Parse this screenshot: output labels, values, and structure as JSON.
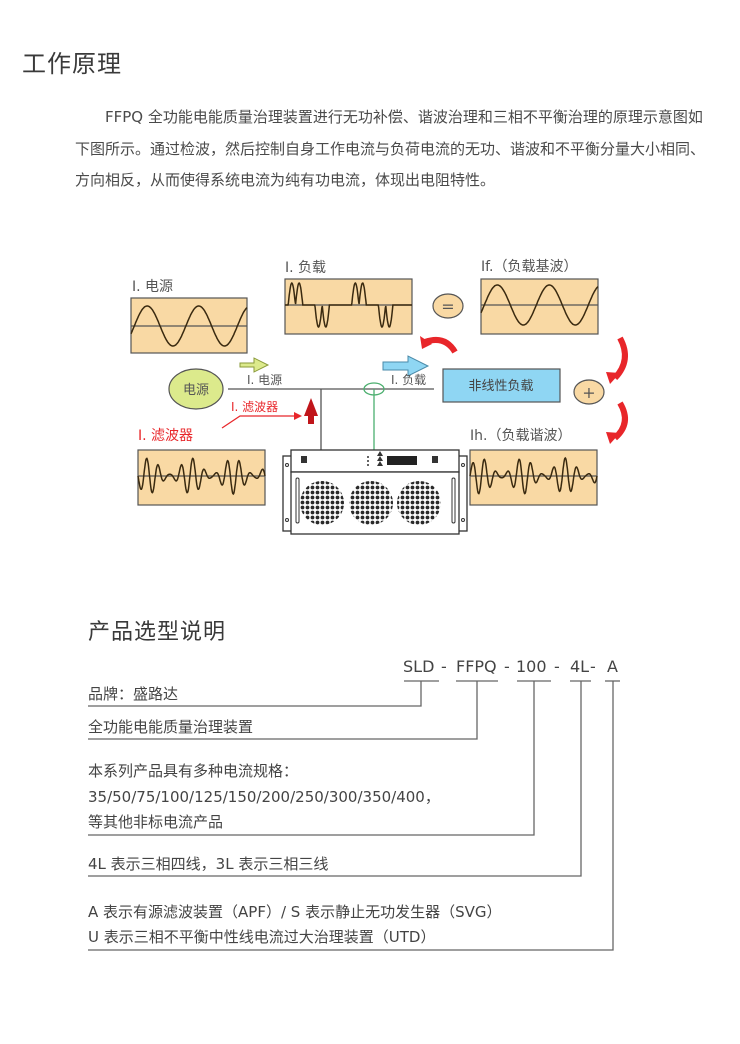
{
  "section1": {
    "title": "工作原理",
    "paragraph": "FFPQ 全功能电能质量治理装置进行无功补偿、谐波治理和三相不平衡治理的原理示意图如下图所示。通过检波，然后控制自身工作电流与负荷电流的无功、谐波和不平衡分量大小相同、方向相反，从而使得系统电流为纯有功电流，体现出电阻特性。"
  },
  "diagram": {
    "labels": {
      "source_wave": "I. 电源",
      "load_wave": "I. 负载",
      "fundamental_wave": "If.（负载基波）",
      "filter_wave": "I. 滤波器",
      "harmonic_wave": "Ih.（负载谐波）",
      "line_source": "I. 电源",
      "line_filter": "I. 滤波器",
      "line_load": "I. 负载",
      "source_node": "电源",
      "load_box": "非线性负载",
      "equals": "=",
      "plus": "+"
    },
    "colors": {
      "wave_bg": "#f9d9a4",
      "load_box": "#8fd6f3",
      "source_node": "#dcea8c",
      "red_arrow": "#e8262a",
      "blue_arrow": "#8fd6f3",
      "green_arrow": "#dcea8c",
      "sensor": "#4caf6f"
    }
  },
  "section2": {
    "title": "产品选型说明",
    "code_parts": [
      "SLD",
      "FFPQ",
      "100",
      "4L",
      "A"
    ],
    "code_separators": [
      "-",
      "-",
      "-",
      "-"
    ],
    "brand": "品牌：盛路达",
    "product": "全功能电能质量治理装置",
    "current_lines": [
      "本系列产品具有多种电流规格：",
      "35/50/75/100/125/150/200/250/300/350/400，",
      "等其他非标电流产品"
    ],
    "wiring": "4L 表示三相四线，3L 表示三相三线",
    "type_lines": [
      "A 表示有源滤波装置（APF）/ S 表示静止无功发生器（SVG）",
      "U 表示三相不平衡中性线电流过大治理装置（UTD）"
    ]
  }
}
